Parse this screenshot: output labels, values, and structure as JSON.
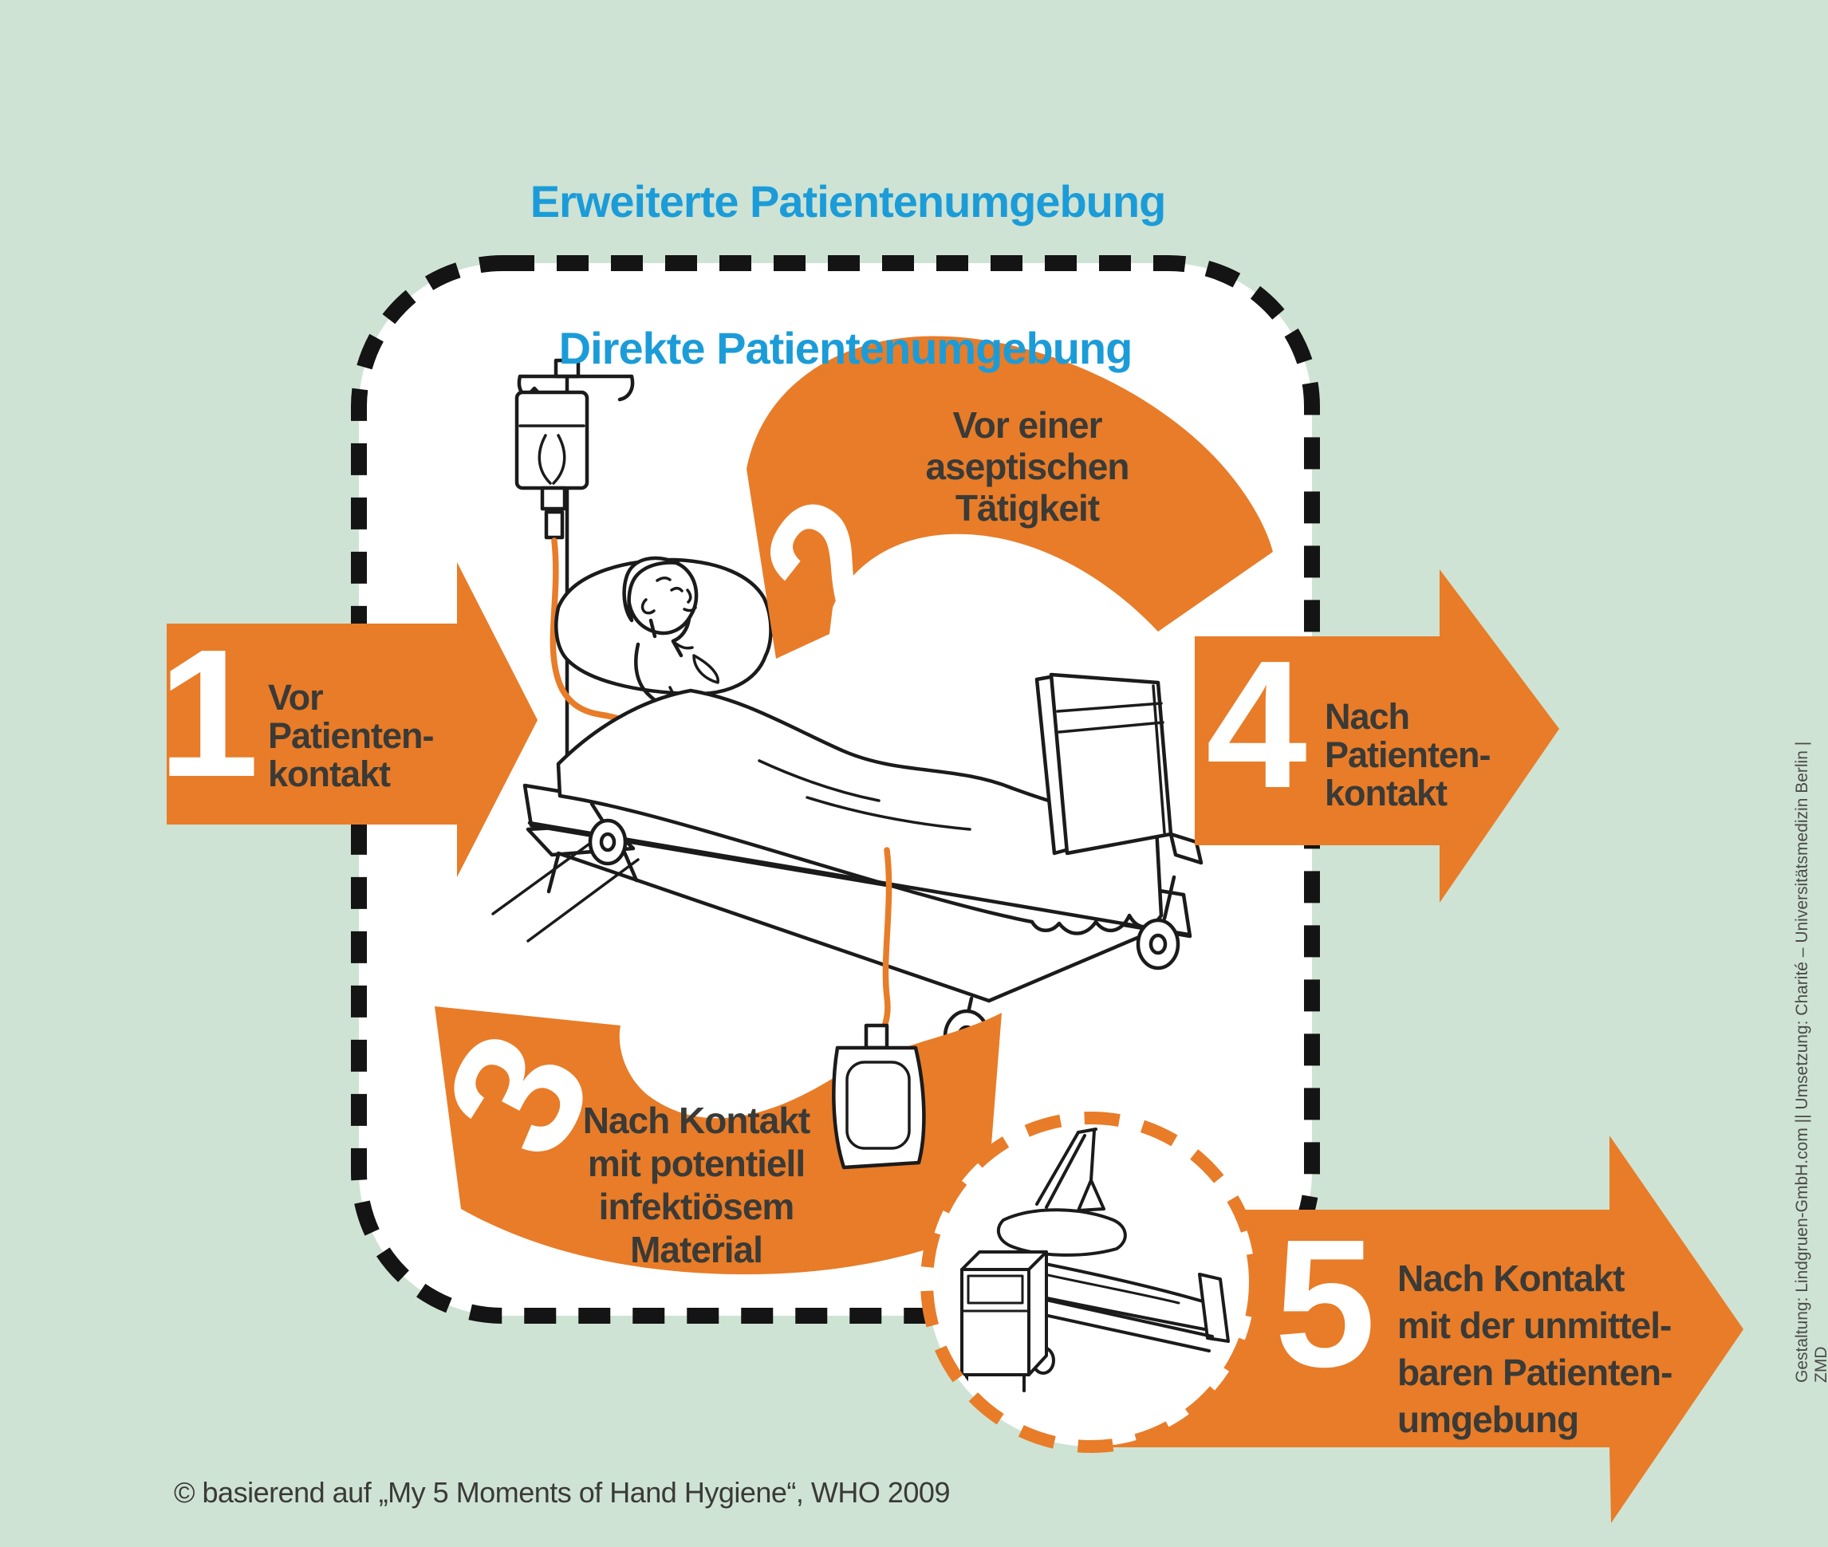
{
  "titles": {
    "outer": "Erweiterte Patientenumgebung",
    "inner": "Direkte Patientenumgebung"
  },
  "moments": [
    {
      "num": "1",
      "lines": [
        "Vor",
        "Patienten-",
        "kontakt"
      ]
    },
    {
      "num": "2",
      "lines": [
        "Vor einer",
        "aseptischen",
        "Tätigkeit"
      ]
    },
    {
      "num": "3",
      "lines": [
        "Nach Kontakt",
        "mit potentiell",
        "infektiösem",
        "Material"
      ]
    },
    {
      "num": "4",
      "lines": [
        "Nach",
        "Patienten-",
        "kontakt"
      ]
    },
    {
      "num": "5",
      "lines": [
        "Nach Kontakt",
        "mit der unmittel-",
        "baren Patienten-",
        "umgebung"
      ]
    }
  ],
  "footer": "© basierend auf „My 5 Moments of Hand Hygiene“, WHO 2009",
  "credit": "Gestaltung: Lindgruen-GmbH.com || Umsetzung: Charité – Universitätsmedizin Berlin | ZMD",
  "colors": {
    "background": "#CEE3D4",
    "panel": "#FFFFFF",
    "accent_orange": "#E87C28",
    "heading_blue": "#1B9CD8",
    "text_dark": "#3A3A37",
    "line_black": "#1B1B1B"
  }
}
